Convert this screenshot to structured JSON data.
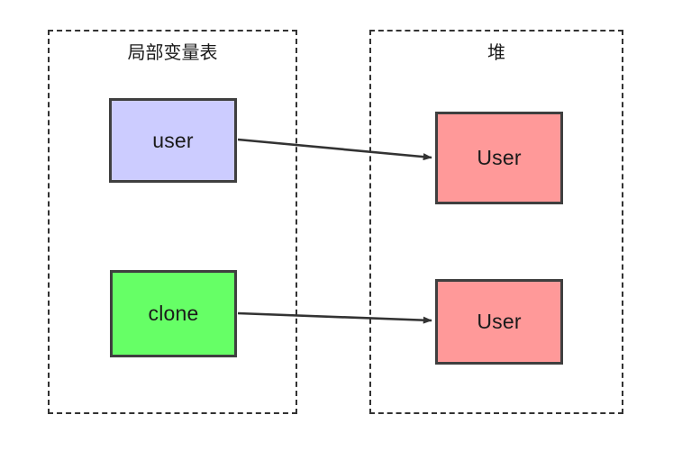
{
  "diagram": {
    "type": "memory-reference-diagram",
    "background_color": "#ffffff",
    "regions": [
      {
        "id": "locals",
        "title": "局部变量表",
        "border_style": "dashed",
        "border_color": "#333333"
      },
      {
        "id": "heap",
        "title": "堆",
        "border_style": "dashed",
        "border_color": "#333333"
      }
    ],
    "nodes": [
      {
        "id": "user-var",
        "label": "user",
        "region": "locals",
        "fill": "#ccccff",
        "stroke": "#3f3f3f"
      },
      {
        "id": "clone-var",
        "label": "clone",
        "region": "locals",
        "fill": "#66ff66",
        "stroke": "#3f3f3f"
      },
      {
        "id": "user-obj-1",
        "label": "User",
        "region": "heap",
        "fill": "#ff9999",
        "stroke": "#3f3f3f"
      },
      {
        "id": "user-obj-2",
        "label": "User",
        "region": "heap",
        "fill": "#ff9999",
        "stroke": "#3f3f3f"
      }
    ],
    "edges": [
      {
        "id": "edge-user-to-obj1",
        "from": "user-var",
        "to": "user-obj-1",
        "arrow": "single",
        "color": "#333333"
      },
      {
        "id": "edge-clone-to-obj2",
        "from": "clone-var",
        "to": "user-obj-2",
        "arrow": "single",
        "color": "#333333"
      }
    ]
  }
}
